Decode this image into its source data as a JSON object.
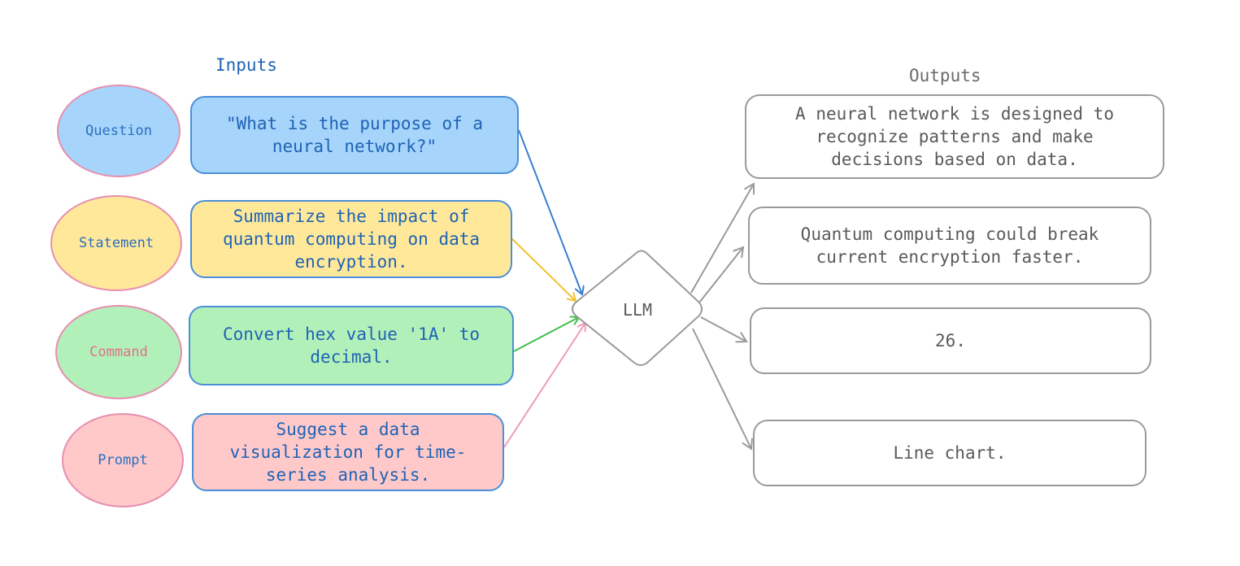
{
  "headings": {
    "inputs": "Inputs",
    "outputs": "Outputs"
  },
  "center": {
    "label": "LLM"
  },
  "inputs": [
    {
      "type": "Question",
      "text": "\"What is the purpose of a\nneural network?\"",
      "fill": "#a6d4fb",
      "type_color": "#2a6fc0"
    },
    {
      "type": "Statement",
      "text": "Summarize the impact of\nquantum computing on data\nencryption.",
      "fill": "#ffe899",
      "type_color": "#2a6fc0",
      "arrow": "#f2c233"
    },
    {
      "type": "Command",
      "text": "Convert hex value '1A' to\ndecimal.",
      "fill": "#b2f0b9",
      "type_color": "#e0708f",
      "arrow": "#3fbf4a"
    },
    {
      "type": "Prompt",
      "text": "Suggest a data\nvisualization for time-\nseries analysis.",
      "fill": "#ffc9c9",
      "type_color": "#2a6fc0",
      "arrow": "#f29ab8"
    }
  ],
  "outputs": [
    {
      "text": "A neural network is designed to\nrecognize patterns and make\ndecisions based on data."
    },
    {
      "text": "Quantum computing could break\ncurrent encryption faster."
    },
    {
      "text": "26."
    },
    {
      "text": "Line chart."
    }
  ],
  "colors": {
    "input_border": "#4a8fd8",
    "question_arrow": "#3a7fd0",
    "output_border": "#9a9a9a",
    "oval_border": "#e78fb0"
  }
}
